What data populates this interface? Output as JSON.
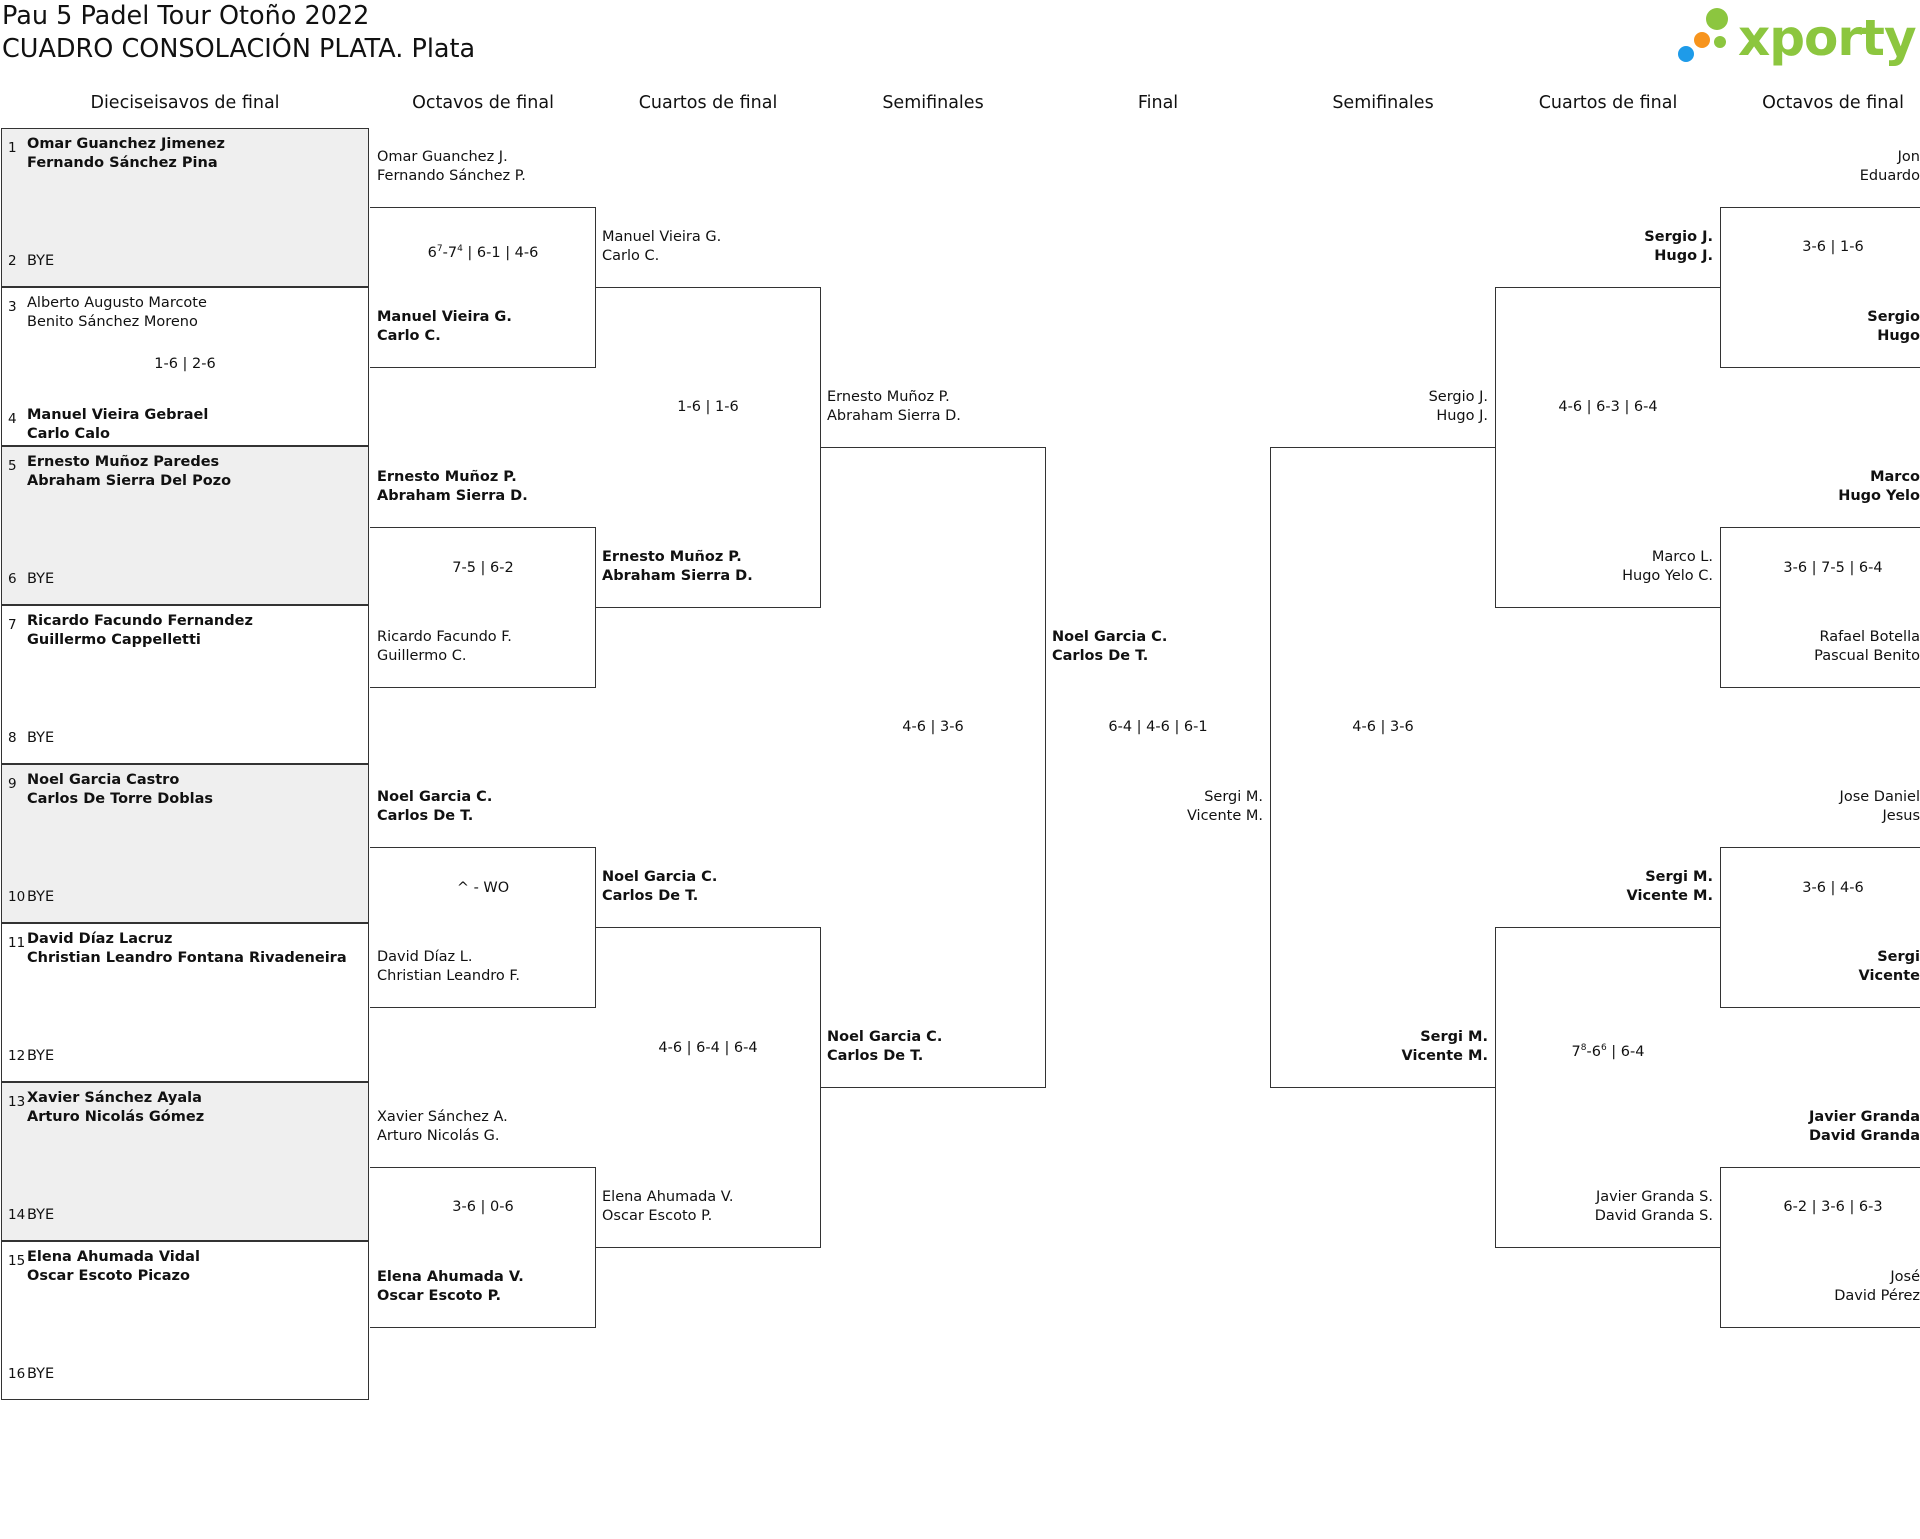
{
  "header": {
    "title": "Pau 5 Padel Tour Otoño 2022",
    "subtitle": "CUADRO CONSOLACIÓN PLATA. Plata",
    "logo_text": "xporty"
  },
  "colors": {
    "logo_green": "#8cc63f",
    "logo_orange": "#f7941d",
    "logo_blue": "#1e9be9",
    "shade": "#efefef"
  },
  "rounds": [
    "Dieciseisavos de final",
    "Octavos de final",
    "Cuartos de final",
    "Semifinales",
    "Final",
    "Semifinales",
    "Cuartos de final",
    "Octavos de final"
  ],
  "r16": [
    {
      "n1": "1",
      "p1": [
        "Omar Guanchez Jimenez",
        "Fernando Sánchez Pina"
      ],
      "n2": "2",
      "bye": "BYE"
    },
    {
      "n1": "3",
      "p1": [
        "Alberto Augusto Marcote",
        "Benito Sánchez Moreno"
      ],
      "n2": "4",
      "p2": [
        "Manuel Vieira Gebrael",
        "Carlo Calo"
      ],
      "score": "1-6 | 2-6"
    },
    {
      "n1": "5",
      "p1": [
        "Ernesto Muñoz Paredes",
        "Abraham Sierra Del Pozo"
      ],
      "n2": "6",
      "bye": "BYE"
    },
    {
      "n1": "7",
      "p1": [
        "Ricardo Facundo Fernandez",
        "Guillermo Cappelletti"
      ],
      "n2": "8",
      "bye": "BYE"
    },
    {
      "n1": "9",
      "p1": [
        "Noel Garcia Castro",
        "Carlos De Torre Doblas"
      ],
      "n2": "10",
      "bye": "BYE"
    },
    {
      "n1": "11",
      "p1": [
        "David Díaz Lacruz",
        "Christian Leandro Fontana Rivadeneira"
      ],
      "n2": "12",
      "bye": "BYE"
    },
    {
      "n1": "13",
      "p1": [
        "Xavier Sánchez Ayala",
        "Arturo Nicolás Gómez"
      ],
      "n2": "14",
      "bye": "BYE"
    },
    {
      "n1": "15",
      "p1": [
        "Elena Ahumada Vidal",
        "Oscar Escoto Picazo"
      ],
      "n2": "16",
      "bye": "BYE"
    }
  ],
  "octavos_left": [
    {
      "a": [
        "Omar Guanchez J.",
        "Fernando Sánchez P."
      ],
      "b": [
        "Manuel Vieira G.",
        "Carlo C."
      ],
      "score_main": "6",
      "score_sup1": "7",
      "score_mid": "-7",
      "score_sup2": "4",
      "score_tail": " | 6-1 | 4-6"
    },
    {
      "a": [
        "Ernesto Muñoz P.",
        "Abraham Sierra D."
      ],
      "b": [
        "Ricardo Facundo F.",
        "Guillermo C."
      ],
      "score": "7-5 | 6-2"
    },
    {
      "a": [
        "Noel Garcia C.",
        "Carlos De T."
      ],
      "b": [
        "David Díaz L.",
        "Christian Leandro F."
      ],
      "score": "^ - WO"
    },
    {
      "a": [
        "Xavier Sánchez A.",
        "Arturo Nicolás G."
      ],
      "b": [
        "Elena Ahumada V.",
        "Oscar Escoto P."
      ],
      "score": "3-6 | 0-6"
    }
  ],
  "cuartos_left": [
    {
      "a": [
        "Manuel Vieira G.",
        "Carlo C."
      ],
      "b": [
        "Ernesto Muñoz P.",
        "Abraham Sierra D."
      ],
      "score": "1-6 | 1-6"
    },
    {
      "a": [
        "Noel Garcia C.",
        "Carlos De T."
      ],
      "b": [
        "Elena Ahumada V.",
        "Oscar Escoto P."
      ],
      "score": "4-6 | 6-4 | 6-4"
    }
  ],
  "semis_left": {
    "a": [
      "Ernesto Muñoz P.",
      "Abraham Sierra D."
    ],
    "b": [
      "Noel Garcia C.",
      "Carlos De T."
    ],
    "score": "4-6 | 3-6"
  },
  "final": {
    "a": [
      "Noel Garcia C.",
      "Carlos De T."
    ],
    "b": [
      "Sergi M.",
      "Vicente M."
    ],
    "score": "6-4 | 4-6 | 6-1"
  },
  "semis_right": {
    "a": [
      "Sergio J.",
      "Hugo J."
    ],
    "b": [
      "Sergi M.",
      "Vicente M."
    ],
    "score": "4-6 | 3-6"
  },
  "cuartos_right": [
    {
      "a": [
        "Sergio J.",
        "Hugo J."
      ],
      "b": [
        "Marco L.",
        "Hugo Yelo C."
      ],
      "score": "4-6 | 6-3 | 6-4"
    },
    {
      "a": [
        "Sergi M.",
        "Vicente M."
      ],
      "b": [
        "Javier Granda S.",
        "David Granda S."
      ],
      "score_main": "7",
      "score_sup1": "8",
      "score_mid": "-6",
      "score_sup2": "6",
      "score_tail": " | 6-4"
    }
  ],
  "octavos_right": [
    {
      "a": [
        "Jon",
        "Eduardo"
      ],
      "b": [
        "Sergio",
        "Hugo"
      ],
      "score": "3-6 | 1-6"
    },
    {
      "a": [
        "Marco",
        "Hugo Yelo"
      ],
      "b": [
        "Rafael Botella",
        "Pascual Benito"
      ],
      "score": "3-6 | 7-5 | 6-4"
    },
    {
      "a": [
        "Jose Daniel",
        "Jesus"
      ],
      "b": [
        "Sergi",
        "Vicente"
      ],
      "score": "3-6 | 4-6"
    },
    {
      "a": [
        "Javier Granda",
        "David Granda"
      ],
      "b": [
        "José",
        "David Pérez"
      ],
      "score": "6-2 | 3-6 | 6-3"
    }
  ]
}
